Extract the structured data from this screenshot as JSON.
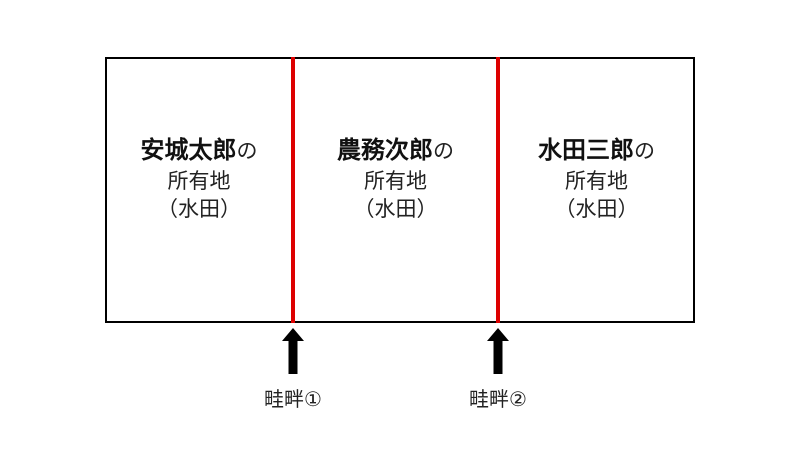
{
  "diagram": {
    "title": "",
    "background_color": "#ffffff",
    "box": {
      "border_color": "#000000",
      "fill_color": "#ffffff"
    },
    "ridge_line_color": "#dd0000",
    "parcels": [
      {
        "owner_name": "安城太郎",
        "owner_particle": "の",
        "line2": "所有地",
        "line3": "（水田）"
      },
      {
        "owner_name": "農務次郎",
        "owner_particle": "の",
        "line2": "所有地",
        "line3": "（水田）"
      },
      {
        "owner_name": "水田三郎",
        "owner_particle": "の",
        "line2": "所有地",
        "line3": "（水田）"
      }
    ],
    "ridges": [
      {
        "label": "畦畔①",
        "arrow": "up-arrow-icon"
      },
      {
        "label": "畦畔②",
        "arrow": "up-arrow-icon"
      }
    ]
  }
}
